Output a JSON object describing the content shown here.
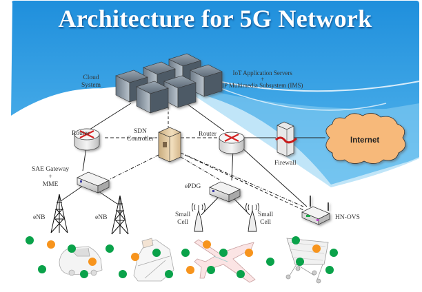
{
  "slide": {
    "title": "Architecture for 5G Network",
    "colors": {
      "banner_top": "#1f94dd",
      "banner_bottom": "#55b6ec",
      "internet_cloud": "#f7b97a",
      "dot_green": "#0aa24a",
      "dot_orange": "#f7941d",
      "router_arrow": "#d42020"
    }
  },
  "diagram": {
    "nodes": {
      "cloud_system": {
        "label_line1": "Cloud",
        "label_line2": "System"
      },
      "app_servers": {
        "label_line1": "IoT Application Servers",
        "label_line2": "+",
        "label_line3": "IP Multimedia Subsystem (IMS)"
      },
      "router_left": {
        "label": "Router"
      },
      "router_right": {
        "label": "Router"
      },
      "sdn_controller": {
        "label_line1": "SDN",
        "label_line2": "Controller"
      },
      "firewall": {
        "label": "Firewall"
      },
      "internet": {
        "label": "Internet"
      },
      "sae_gateway": {
        "label_line1": "SAE Gateway",
        "label_line2": "+",
        "label_line3": "MME"
      },
      "enb_left": {
        "label": "eNB"
      },
      "enb_right": {
        "label": "eNB"
      },
      "epdg": {
        "label": "ePDG"
      },
      "small_cell_left": {
        "label_line1": "Small",
        "label_line2": "Cell"
      },
      "small_cell_right": {
        "label_line1": "Small",
        "label_line2": "Cell"
      },
      "hn_ovs": {
        "label": "HN-OVS"
      }
    },
    "devices": [
      "car",
      "robot-arm",
      "airplane",
      "shopping-cart"
    ]
  }
}
